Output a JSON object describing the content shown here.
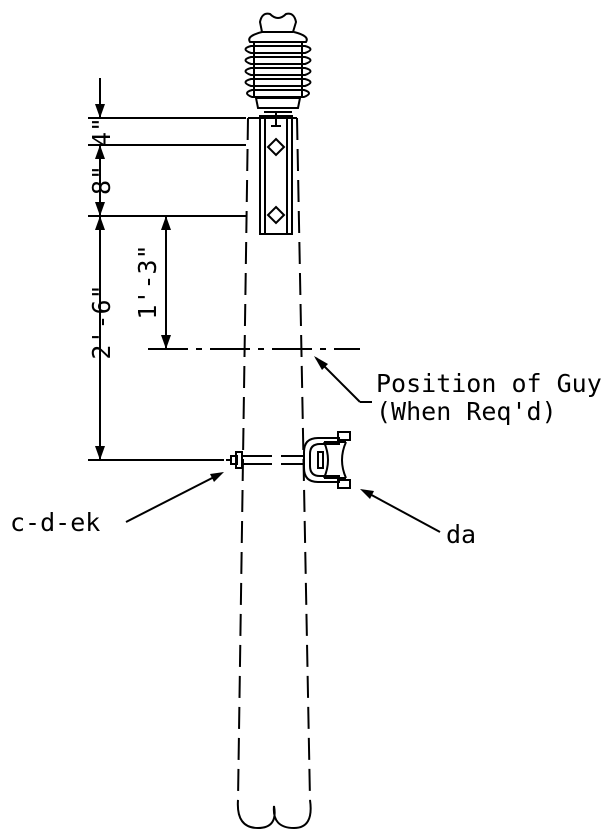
{
  "dimensions": {
    "top": "4\"",
    "upper": "8\"",
    "guy_offset": "1'-3\"",
    "bolt_offset": "2'-6\""
  },
  "labels": {
    "guy_position_line1": "Position of Guy",
    "guy_position_line2": "(When Req'd)",
    "bolt": "c-d-ek",
    "spool": "da"
  },
  "colors": {
    "line": "#000000",
    "background": "#ffffff"
  }
}
